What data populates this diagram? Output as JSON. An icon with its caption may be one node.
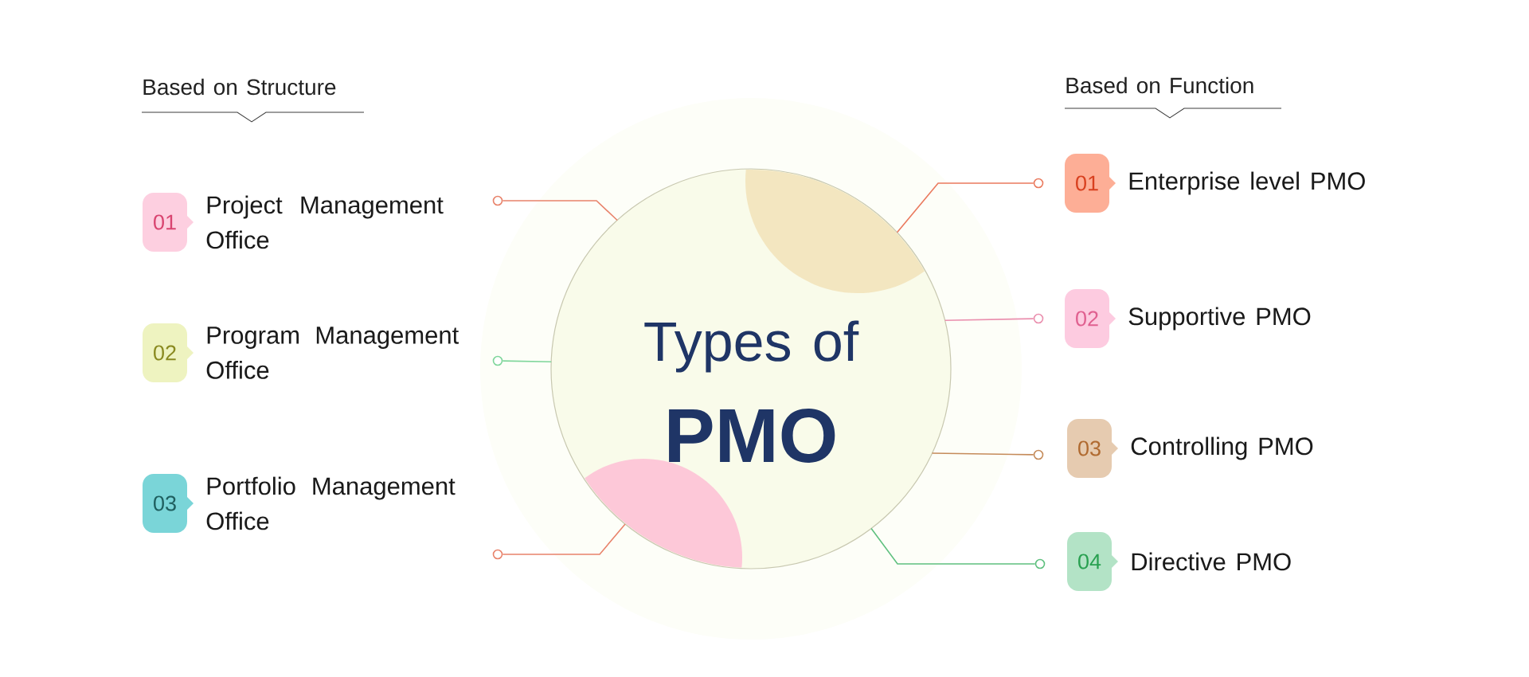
{
  "diagram": {
    "nodes": [
      {
        "text": [
          "Types of",
          "PMO"
        ]
      },
      {
        "text": [
          "01",
          "Project Management Office"
        ]
      },
      {
        "text": [
          "02",
          "Program Management Office"
        ]
      },
      {
        "text": [
          "03",
          "Portfolio Management Office"
        ]
      },
      {
        "text": [
          "01",
          "Enterprise level PMO"
        ]
      },
      {
        "text": [
          "02",
          "Supportive PMO"
        ]
      },
      {
        "text": [
          "03",
          "Controlling PMO"
        ]
      },
      {
        "text": [
          "04",
          "Directive PMO"
        ]
      },
      {
        "text": [],
        "shape": "circle"
      },
      {
        "text": [],
        "shape": "circle"
      },
      {
        "text": [],
        "shape": "circle"
      },
      {
        "text": [],
        "shape": "circle"
      },
      {
        "text": [],
        "shape": "circle"
      },
      {
        "text": [],
        "shape": "circle"
      },
      {
        "text": [],
        "shape": "circle"
      }
    ],
    "edges": [
      {
        "from": 0,
        "to": 8,
        "arrow": "none",
        "color": "#e8836b"
      },
      {
        "from": 0,
        "to": 9,
        "arrow": "none",
        "color": "#7fd69b"
      },
      {
        "from": 0,
        "to": 10,
        "arrow": "none",
        "color": "#e8836b"
      },
      {
        "from": 0,
        "to": 11,
        "arrow": "none",
        "color": "#ea7a5e"
      },
      {
        "from": 0,
        "to": 12,
        "arrow": "none",
        "color": "#ea8fae"
      },
      {
        "from": 0,
        "to": 13,
        "arrow": "none",
        "color": "#c58b5a"
      },
      {
        "from": 0,
        "to": 14,
        "arrow": "none",
        "color": "#5fc07f"
      }
    ],
    "labels": [
      "Based on Structure",
      "Based on Function"
    ]
  }
}
